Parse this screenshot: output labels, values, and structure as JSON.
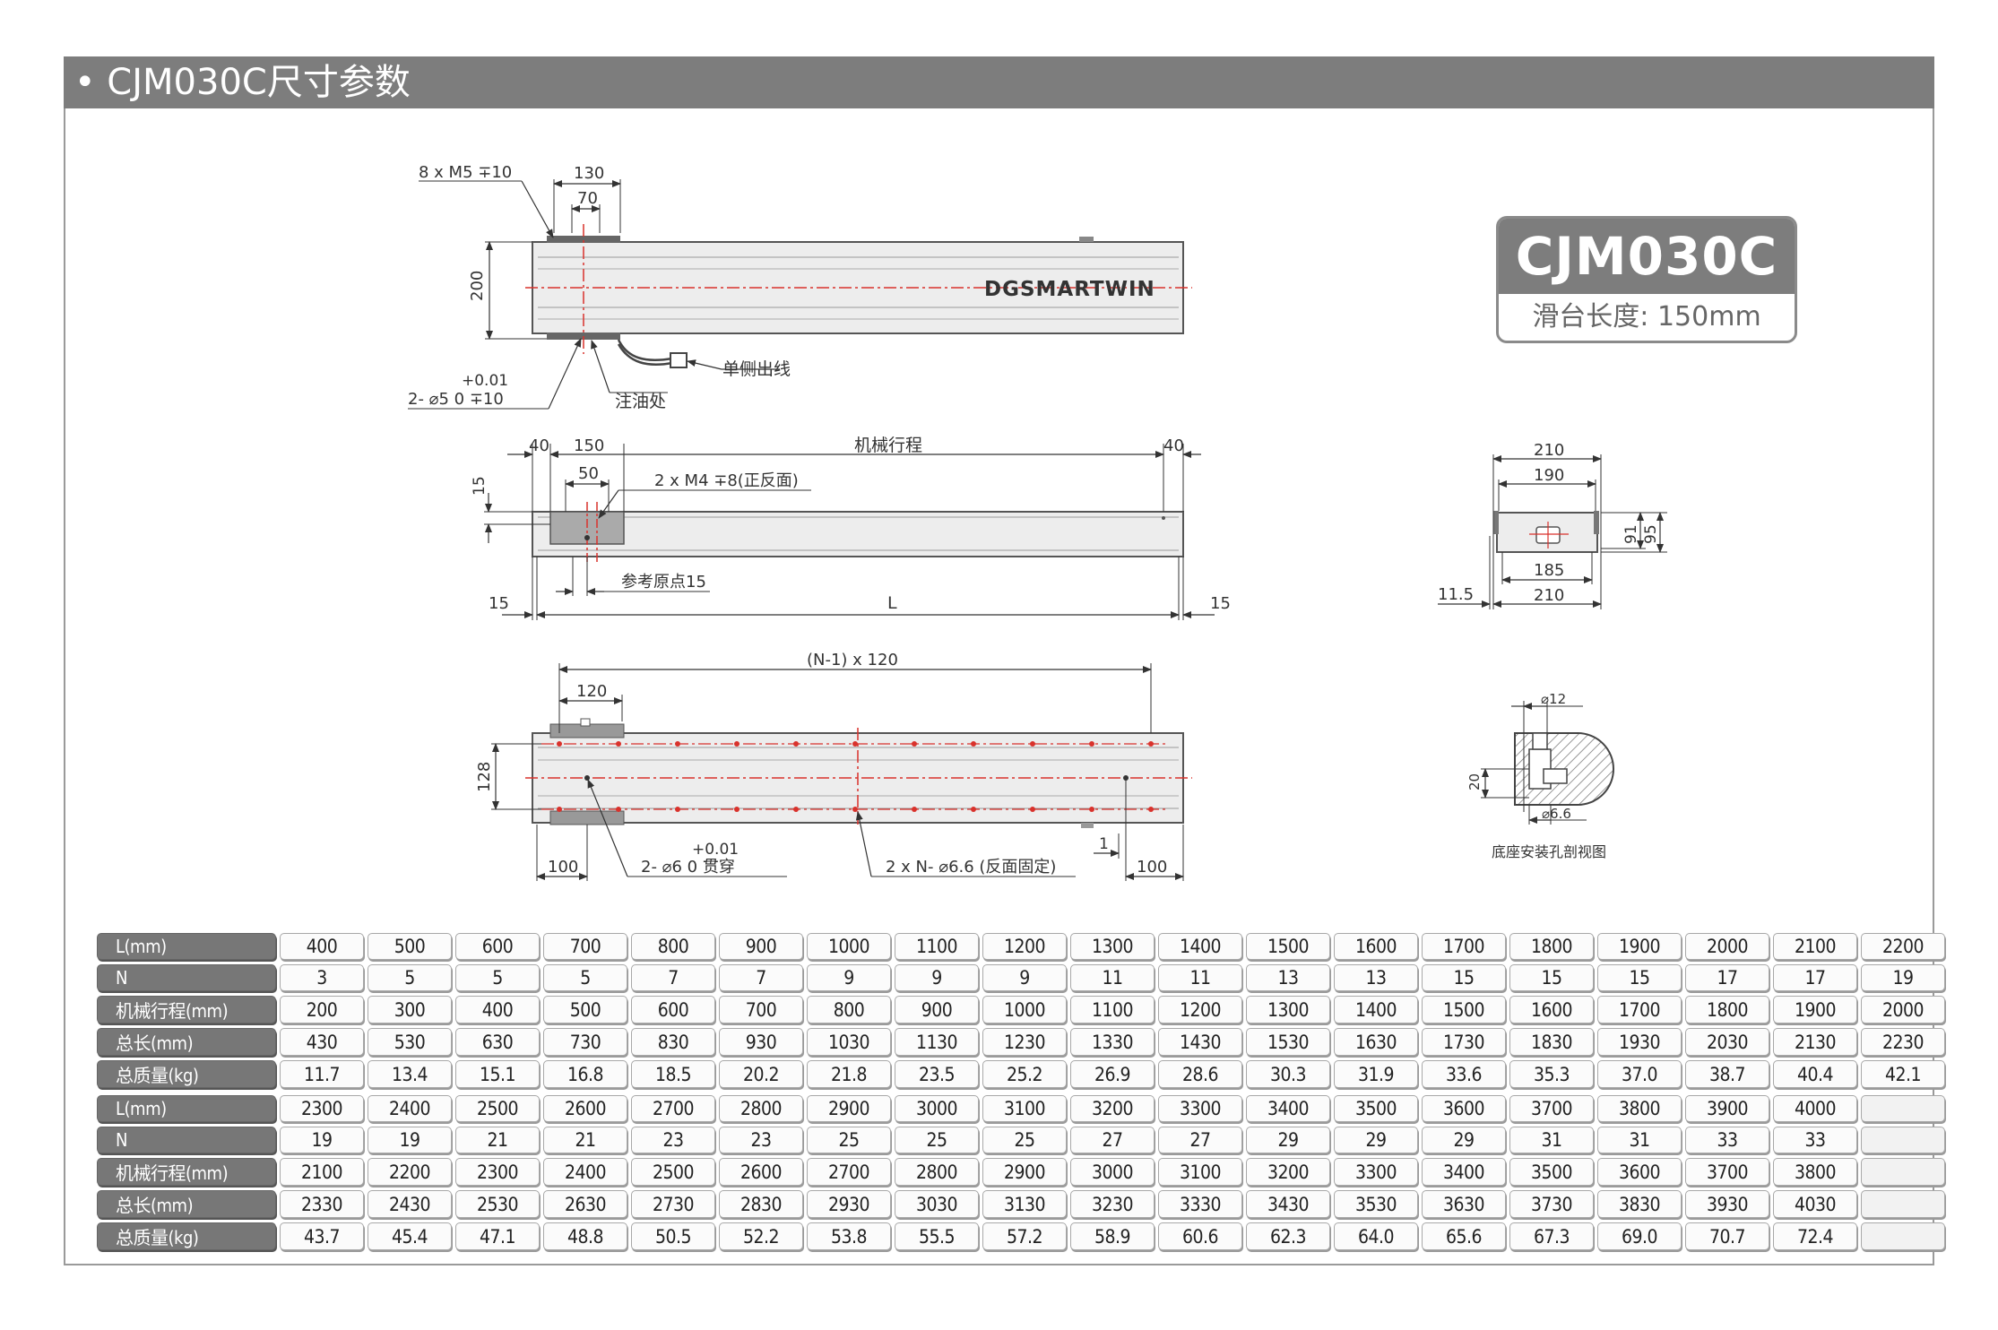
{
  "header": {
    "title": "• CJM030C尺寸参数"
  },
  "model_box": {
    "name": "CJM030C",
    "subtitle": "滑台长度: 150mm"
  },
  "drawing": {
    "top_view": {
      "thread_note": "8 x M5   ∓10",
      "dim_130": "130",
      "dim_70": "70",
      "dim_200": "200",
      "brand": "DGSMARTWIN",
      "tol_plus": "+0.01",
      "hole_note": "2- ⌀5    0    ∓10",
      "cable_label": "单侧出线",
      "oil_label": "注油处"
    },
    "side_view": {
      "dim_40_left": "40",
      "dim_150": "150",
      "stroke_label": "机械行程",
      "dim_40_right": "40",
      "dim_15_v": "15",
      "dim_50": "50",
      "thread_note": "2 x M4   ∓8(正反面)",
      "ref_origin": "参考原点15",
      "dim_15_left": "15",
      "dim_L": "L",
      "dim_15_right": "15"
    },
    "bottom_view": {
      "pitch_note": "(N-1) x 120",
      "dim_120": "120",
      "dim_128": "128",
      "dim_100_left": "100",
      "tol_plus": "+0.01",
      "hole_note": "2- ⌀6    0      贯穿",
      "base_hole_note": "2 x N-   ⌀6.6 (反面固定)",
      "dim_1": "1",
      "dim_100_right": "100"
    },
    "end_view": {
      "dim_210_top": "210",
      "dim_190": "190",
      "dim_91": "91",
      "dim_95": "95",
      "dim_185": "185",
      "dim_11_5": "11.5",
      "dim_210_bottom": "210"
    },
    "section_view": {
      "dia_12": "⌀12",
      "dim_20": "20",
      "dia_6_6": "⌀6.6",
      "caption": "底座安装孔剖视图"
    }
  },
  "table1": {
    "rows": [
      {
        "label": "L(mm)",
        "values": [
          "400",
          "500",
          "600",
          "700",
          "800",
          "900",
          "1000",
          "1100",
          "1200",
          "1300",
          "1400",
          "1500",
          "1600",
          "1700",
          "1800",
          "1900",
          "2000",
          "2100",
          "2200"
        ]
      },
      {
        "label": "N",
        "values": [
          "3",
          "5",
          "5",
          "5",
          "7",
          "7",
          "9",
          "9",
          "9",
          "11",
          "11",
          "13",
          "13",
          "15",
          "15",
          "15",
          "17",
          "17",
          "19"
        ]
      },
      {
        "label": "机械行程(mm)",
        "values": [
          "200",
          "300",
          "400",
          "500",
          "600",
          "700",
          "800",
          "900",
          "1000",
          "1100",
          "1200",
          "1300",
          "1400",
          "1500",
          "1600",
          "1700",
          "1800",
          "1900",
          "2000"
        ]
      },
      {
        "label": "总长(mm)",
        "values": [
          "430",
          "530",
          "630",
          "730",
          "830",
          "930",
          "1030",
          "1130",
          "1230",
          "1330",
          "1430",
          "1530",
          "1630",
          "1730",
          "1830",
          "1930",
          "2030",
          "2130",
          "2230"
        ]
      },
      {
        "label": "总质量(kg)",
        "values": [
          "11.7",
          "13.4",
          "15.1",
          "16.8",
          "18.5",
          "20.2",
          "21.8",
          "23.5",
          "25.2",
          "26.9",
          "28.6",
          "30.3",
          "31.9",
          "33.6",
          "35.3",
          "37.0",
          "38.7",
          "40.4",
          "42.1"
        ]
      }
    ]
  },
  "table2": {
    "rows": [
      {
        "label": "L(mm)",
        "values": [
          "2300",
          "2400",
          "2500",
          "2600",
          "2700",
          "2800",
          "2900",
          "3000",
          "3100",
          "3200",
          "3300",
          "3400",
          "3500",
          "3600",
          "3700",
          "3800",
          "3900",
          "4000",
          ""
        ]
      },
      {
        "label": "N",
        "values": [
          "19",
          "19",
          "21",
          "21",
          "23",
          "23",
          "25",
          "25",
          "25",
          "27",
          "27",
          "29",
          "29",
          "29",
          "31",
          "31",
          "33",
          "33",
          ""
        ]
      },
      {
        "label": "机械行程(mm)",
        "values": [
          "2100",
          "2200",
          "2300",
          "2400",
          "2500",
          "2600",
          "2700",
          "2800",
          "2900",
          "3000",
          "3100",
          "3200",
          "3300",
          "3400",
          "3500",
          "3600",
          "3700",
          "3800",
          ""
        ]
      },
      {
        "label": "总长(mm)",
        "values": [
          "2330",
          "2430",
          "2530",
          "2630",
          "2730",
          "2830",
          "2930",
          "3030",
          "3130",
          "3230",
          "3330",
          "3430",
          "3530",
          "3630",
          "3730",
          "3830",
          "3930",
          "4030",
          ""
        ]
      },
      {
        "label": "总质量(kg)",
        "values": [
          "43.7",
          "45.4",
          "47.1",
          "48.8",
          "50.5",
          "52.2",
          "53.8",
          "55.5",
          "57.2",
          "58.9",
          "60.6",
          "62.3",
          "64.0",
          "65.6",
          "67.3",
          "69.0",
          "70.7",
          "72.4",
          ""
        ]
      }
    ]
  }
}
